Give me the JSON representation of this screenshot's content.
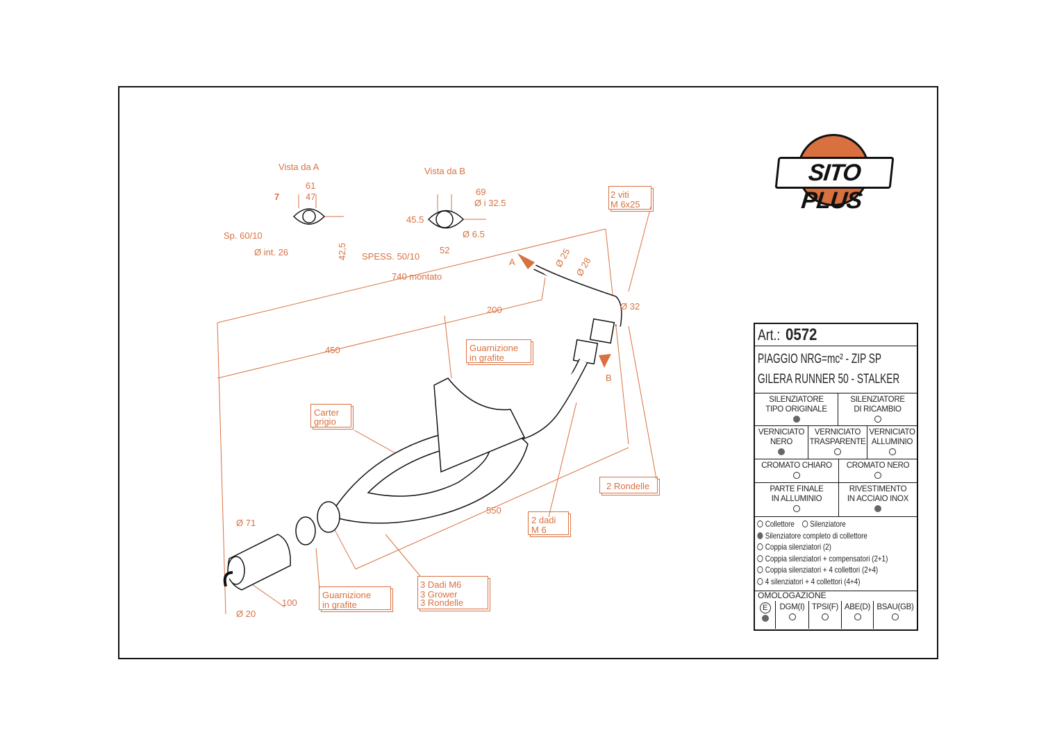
{
  "labels": {
    "vista_a": "Vista da  A",
    "vista_b": "Vista da  B",
    "a61": "61",
    "a47": "47",
    "a7": "7",
    "sp": "Sp. 60/10",
    "a_int": "Ø int. 26",
    "a425": "42,5",
    "b69": "69",
    "b_i": "Ø i 32.5",
    "b455": "45.5",
    "b65": "Ø 6.5",
    "b52": "52",
    "spess": "SPESS. 50/10",
    "d740": "740 montato",
    "d200": "200",
    "d450": "450",
    "d550": "550",
    "d100": "100",
    "d71": "Ø 71",
    "d20": "Ø 20",
    "d25": "Ø 25",
    "d28": "Ø 28",
    "d32": "Ø 32",
    "mark_a": "A",
    "mark_b": "B",
    "viti": [
      "2 viti",
      "M 6x25"
    ],
    "guarn1": [
      "Guarnizione",
      "in grafite"
    ],
    "carter": [
      "Carter",
      "grigio"
    ],
    "rondelle": "2 Rondelle",
    "dadi": [
      "2 dadi",
      "M 6"
    ],
    "dadi3": [
      "3 Dadi M6",
      "3 Grower",
      "3 Rondelle"
    ],
    "guarn2": [
      "Guarnizione",
      "in grafite"
    ]
  },
  "logo": "SITO PLUS",
  "colors": {
    "accent": "#d9703f",
    "line": "#111111"
  },
  "table": {
    "art_label": "Art.:",
    "art_number": "0572",
    "model_1": "PIAGGIO NRG=mc² - ZIP SP",
    "model_2": "GILERA RUNNER 50 - STALKER",
    "silenziatore": [
      {
        "l1": "SILENZIATORE",
        "l2": "TIPO ORIGINALE",
        "on": true
      },
      {
        "l1": "SILENZIATORE",
        "l2": "DI RICAMBIO",
        "on": false
      }
    ],
    "verniciato": [
      {
        "l1": "VERNICIATO",
        "l2": "NERO",
        "on": true
      },
      {
        "l1": "VERNICIATO",
        "l2": "TRASPARENTE",
        "on": false
      },
      {
        "l1": "VERNICIATO",
        "l2": "ALLUMINIO",
        "on": false
      }
    ],
    "cromato": [
      {
        "l1": "CROMATO CHIARO",
        "on": false
      },
      {
        "l1": "CROMATO NERO",
        "on": false
      }
    ],
    "finale": [
      {
        "l1": "PARTE FINALE",
        "l2": "IN ALLUMINIO",
        "on": false
      },
      {
        "l1": "RIVESTIMENTO",
        "l2": "IN ACCIAIO INOX",
        "on": true
      }
    ],
    "options": [
      {
        "label": "Collettore",
        "on": false
      },
      {
        "label": "Silenziatore",
        "on": false
      },
      {
        "label": "Silenziatore completo di collettore",
        "on": true
      },
      {
        "label": "Coppia silenziatori (2)",
        "on": false
      },
      {
        "label": "Coppia silenziatori + compensatori (2+1)",
        "on": false
      },
      {
        "label": "Coppia silenziatori + 4 collettori (2+4)",
        "on": false
      },
      {
        "label": "4 silenziatori + 4 collettori (4+4)",
        "on": false
      }
    ],
    "omologazione": "OMOLOGAZIONE",
    "homologations": [
      {
        "label": "E",
        "on": true
      },
      {
        "label": "DGM(I)",
        "on": false
      },
      {
        "label": "TPSI(F)",
        "on": false
      },
      {
        "label": "ABE(D)",
        "on": false
      },
      {
        "label": "BSAU(GB)",
        "on": false
      }
    ]
  }
}
